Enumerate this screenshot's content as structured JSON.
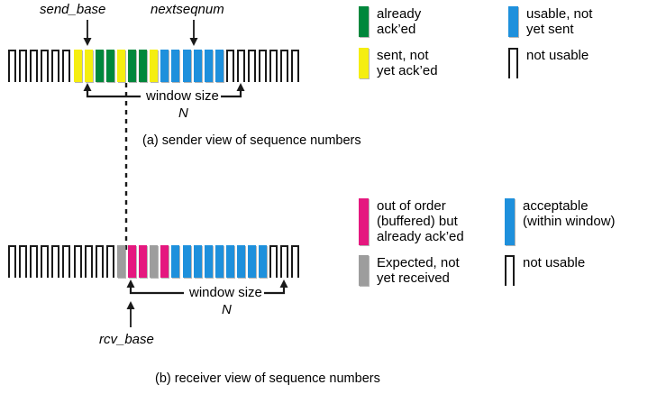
{
  "figure": {
    "title_a": "(a) sender view of sequence numbers",
    "title_b": "(b) receiver view of sequence numbers"
  },
  "sender": {
    "pointer_labels": {
      "send_base": "send_base",
      "nextseqnum": "nextseqnum"
    },
    "window_label": "window size",
    "window_n": "N",
    "blocks": [
      "white",
      "white",
      "white",
      "white",
      "white",
      "white",
      "yellow",
      "yellow",
      "green",
      "green",
      "yellow",
      "green",
      "green",
      "yellow",
      "blue",
      "blue",
      "blue",
      "blue",
      "blue",
      "blue",
      "white",
      "white",
      "white",
      "white",
      "white",
      "white",
      "white"
    ],
    "legend": [
      {
        "swatch": "green",
        "text": "already\nack’ed"
      },
      {
        "swatch": "yellow",
        "text": "sent, not\nyet ack’ed"
      },
      {
        "swatch": "blue",
        "text": "usable, not\nyet sent"
      },
      {
        "swatch": "white",
        "text": "not usable"
      }
    ]
  },
  "receiver": {
    "pointer_labels": {
      "rcv_base": "rcv_base"
    },
    "window_label": "window size",
    "window_n": "N",
    "blocks": [
      "white",
      "white",
      "white",
      "white",
      "white",
      "white",
      "white",
      "white",
      "white",
      "white",
      "gray",
      "magenta",
      "magenta",
      "gray",
      "magenta",
      "blue",
      "blue",
      "blue",
      "blue",
      "blue",
      "blue",
      "blue",
      "blue",
      "blue",
      "white",
      "white",
      "white"
    ],
    "legend": [
      {
        "swatch": "magenta",
        "text": "out of order\n(buffered) but\nalready ack’ed"
      },
      {
        "swatch": "gray",
        "text": "Expected,  not\nyet received"
      },
      {
        "swatch": "blue",
        "text": "acceptable\n(within window)"
      },
      {
        "swatch": "white",
        "text": "not usable"
      }
    ]
  },
  "colors": {
    "green": "#00873c",
    "yellow": "#f5ee10",
    "blue": "#1e90dc",
    "magenta": "#e5187f",
    "gray": "#9d9d9d",
    "outline": "#1a1a1a",
    "background": "#ffffff"
  }
}
